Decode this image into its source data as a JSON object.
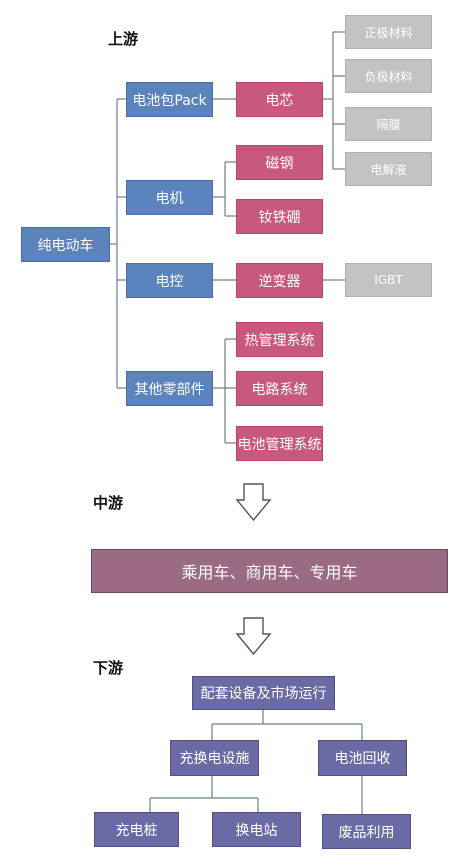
{
  "sections": {
    "upstream": "上游",
    "midstream": "中游",
    "downstream": "下游"
  },
  "upstream": {
    "root": "纯电动车",
    "battery_pack": "电池包Pack",
    "cell": "电芯",
    "cathode": "正极材料",
    "anode": "负极材料",
    "separator": "隔膜",
    "electrolyte": "电解液",
    "motor": "电机",
    "magnet_steel": "磁钢",
    "ndfeb": "钕铁硼",
    "controller": "电控",
    "inverter": "逆变器",
    "igbt": "IGBT",
    "other_parts": "其他零部件",
    "thermal_mgmt": "热管理系统",
    "circuit": "电路系统",
    "bms": "电池管理系统"
  },
  "midstream": {
    "vehicles": "乘用车、商用车、专用车"
  },
  "downstream": {
    "supporting": "配套设备及市场运行",
    "charging_facilities": "充换电设施",
    "battery_recycling": "电池回收",
    "charging_pile": "充电桩",
    "swap_station": "换电站",
    "waste_utilization": "废品利用"
  }
}
